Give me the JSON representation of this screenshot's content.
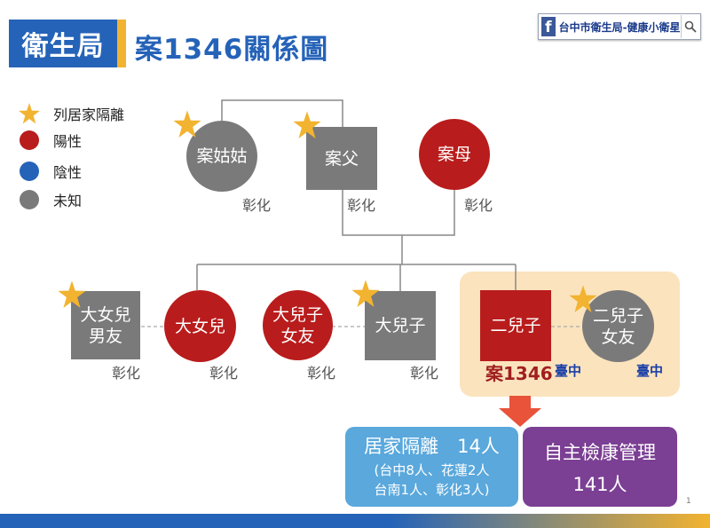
{
  "header": {
    "badge": "衛生局",
    "title": "案1346關係圖"
  },
  "source_badge": {
    "logo": "f",
    "name": "台中市衛生局-健康小衛星",
    "search_icon": "magnifier-icon"
  },
  "colors": {
    "positive": "#b91c1c",
    "negative": "#2563b8",
    "unknown": "#7a7a7a",
    "quarantine_star": "#f2b330",
    "highlight": "#fbe3bd",
    "quarantine_box": "#5aa8dc",
    "self_health_box": "#7b3f94"
  },
  "legend": [
    {
      "symbol": "star-icon",
      "label": "列居家隔離"
    },
    {
      "symbol": "red-dot",
      "label": "陽性"
    },
    {
      "symbol": "blue-dot",
      "label": "陰性"
    },
    {
      "symbol": "gray-dot",
      "label": "未知"
    }
  ],
  "people": {
    "aunt": {
      "label": "案姑姑",
      "location": "彰化"
    },
    "father": {
      "label": "案父",
      "location": "彰化"
    },
    "mother": {
      "label": "案母",
      "location": "彰化"
    },
    "eldest_daughter_boyfriend": {
      "label": "大女兒\n男友",
      "location": "彰化"
    },
    "eldest_daughter": {
      "label": "大女兒",
      "location": "彰化"
    },
    "eldest_son_girlfriend": {
      "label": "大兒子\n女友",
      "location": "彰化"
    },
    "eldest_son": {
      "label": "大兒子",
      "location": "彰化"
    },
    "second_son": {
      "label": "二兒子",
      "case_label": "案1346",
      "location": "臺中"
    },
    "second_son_girlfriend": {
      "label": "二兒子\n女友",
      "location": "臺中"
    }
  },
  "summary": {
    "home_quarantine": {
      "title": "居家隔離　14人",
      "detail": "(台中8人、花蓮2人\n台南1人、彰化3人)"
    },
    "self_health_management": {
      "title": "自主檢康管理",
      "count": "141人"
    }
  },
  "page_number": "1"
}
